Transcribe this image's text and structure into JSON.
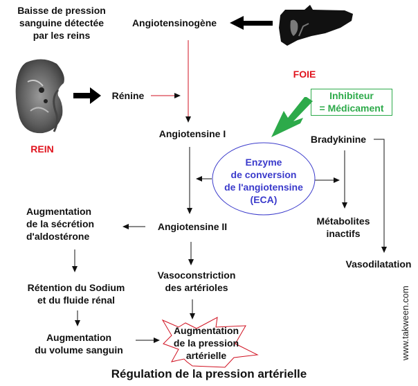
{
  "title": "Régulation de la pression artérielle",
  "watermark": "www.takween.com",
  "colors": {
    "organ_label": "#e0141e",
    "inhibitor": "#2daa4a",
    "enzyme": "#3a3acb",
    "renin_arrow": "#d01020",
    "outcome_border": "#d01020"
  },
  "nodes": {
    "trigger": [
      "Baisse de pression",
      "sanguine détectée",
      "par les reins"
    ],
    "angiotensinogen": "Angiotensinogène",
    "liver_label": "FOIE",
    "kidney_label": "REIN",
    "renin": "Rénine",
    "inhibitor": [
      "Inhibiteur",
      "= Médicament"
    ],
    "angiotensin1": "Angiotensine I",
    "bradykinin": "Bradykinine",
    "enzyme": [
      "Enzyme",
      "de conversion",
      "de l'angiotensine",
      "(ECA)"
    ],
    "aldosterone": [
      "Augmentation",
      "de la sécrétion",
      "d'aldostérone"
    ],
    "angiotensin2": "Angiotensine II",
    "metabolites": [
      "Métabolites",
      "inactifs"
    ],
    "vasodilation": "Vasodilatation",
    "sodium": [
      "Rétention du Sodium",
      "et du fluide rénal"
    ],
    "vasoconstriction": [
      "Vasoconstriction",
      "des artérioles"
    ],
    "blood_volume": [
      "Augmentation",
      "du volume sanguin"
    ],
    "pressure_increase": [
      "Augmentation",
      "de la pression",
      "artérielle"
    ]
  },
  "icons": {
    "liver": "liver-organ-image",
    "kidney": "kidney-organ-image"
  }
}
